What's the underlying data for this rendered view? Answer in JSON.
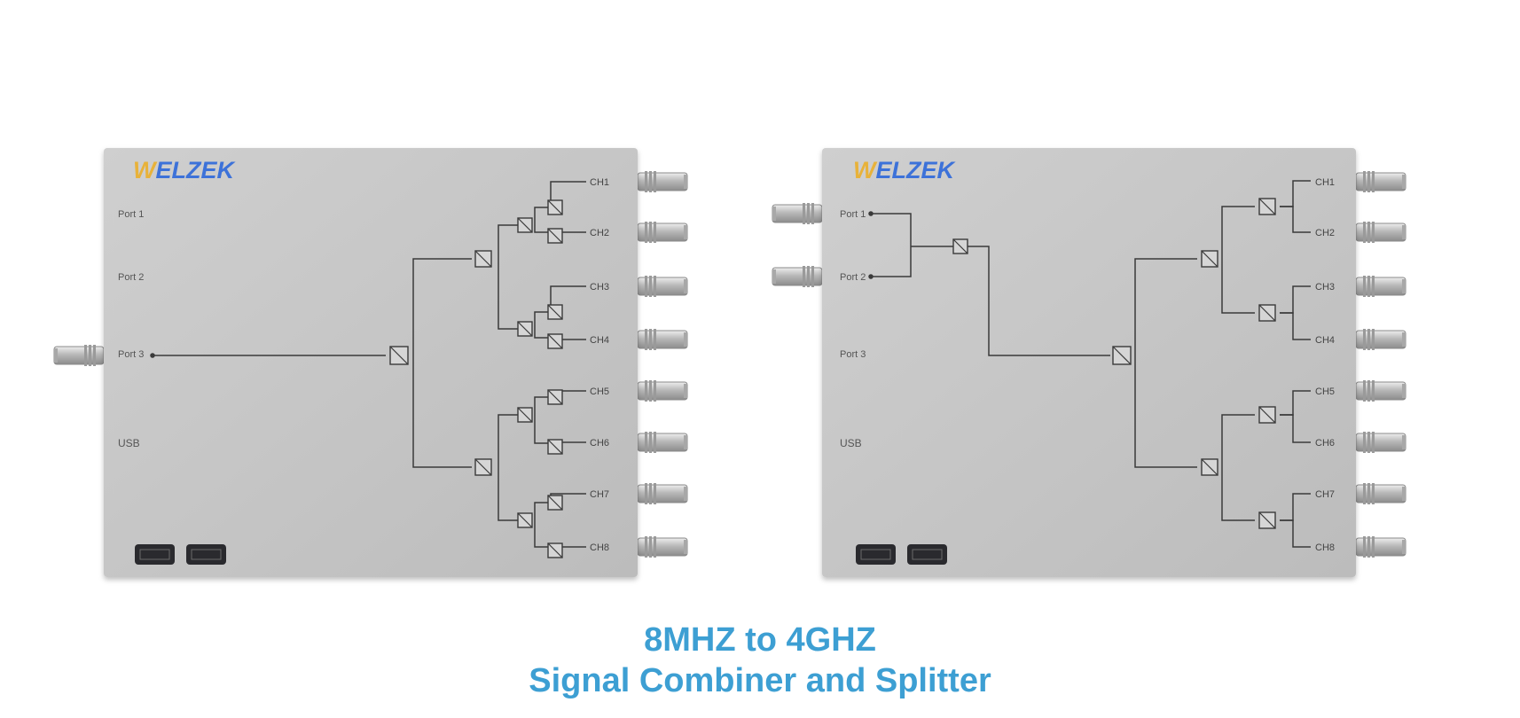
{
  "colors": {
    "brand_blue": "#3d72d9",
    "brand_gold": "#e8b23a",
    "caption_blue": "#3d9fd3",
    "panel": "#c3c3c3",
    "trace": "#3a3a3a"
  },
  "caption": {
    "line1": "8MHZ to 4GHZ",
    "line2": "Signal Combiner and Splitter"
  },
  "devices": [
    {
      "brand": {
        "w": "W",
        "rest": "ELZEK"
      },
      "ports": [
        {
          "label": "Port 1"
        },
        {
          "label": "Port 2"
        },
        {
          "label": "Port 3"
        },
        {
          "label": "USB"
        }
      ],
      "channels": [
        "CH1",
        "CH2",
        "CH3",
        "CH4",
        "CH5",
        "CH6",
        "CH7",
        "CH8"
      ],
      "input_connectors": [
        "Port 3"
      ]
    },
    {
      "brand": {
        "w": "W",
        "rest": "ELZEK"
      },
      "ports": [
        {
          "label": "Port 1"
        },
        {
          "label": "Port 2"
        },
        {
          "label": "Port 3"
        },
        {
          "label": "USB"
        }
      ],
      "channels": [
        "CH1",
        "CH2",
        "CH3",
        "CH4",
        "CH5",
        "CH6",
        "CH7",
        "CH8"
      ],
      "input_connectors": [
        "Port 1",
        "Port 2"
      ]
    }
  ]
}
